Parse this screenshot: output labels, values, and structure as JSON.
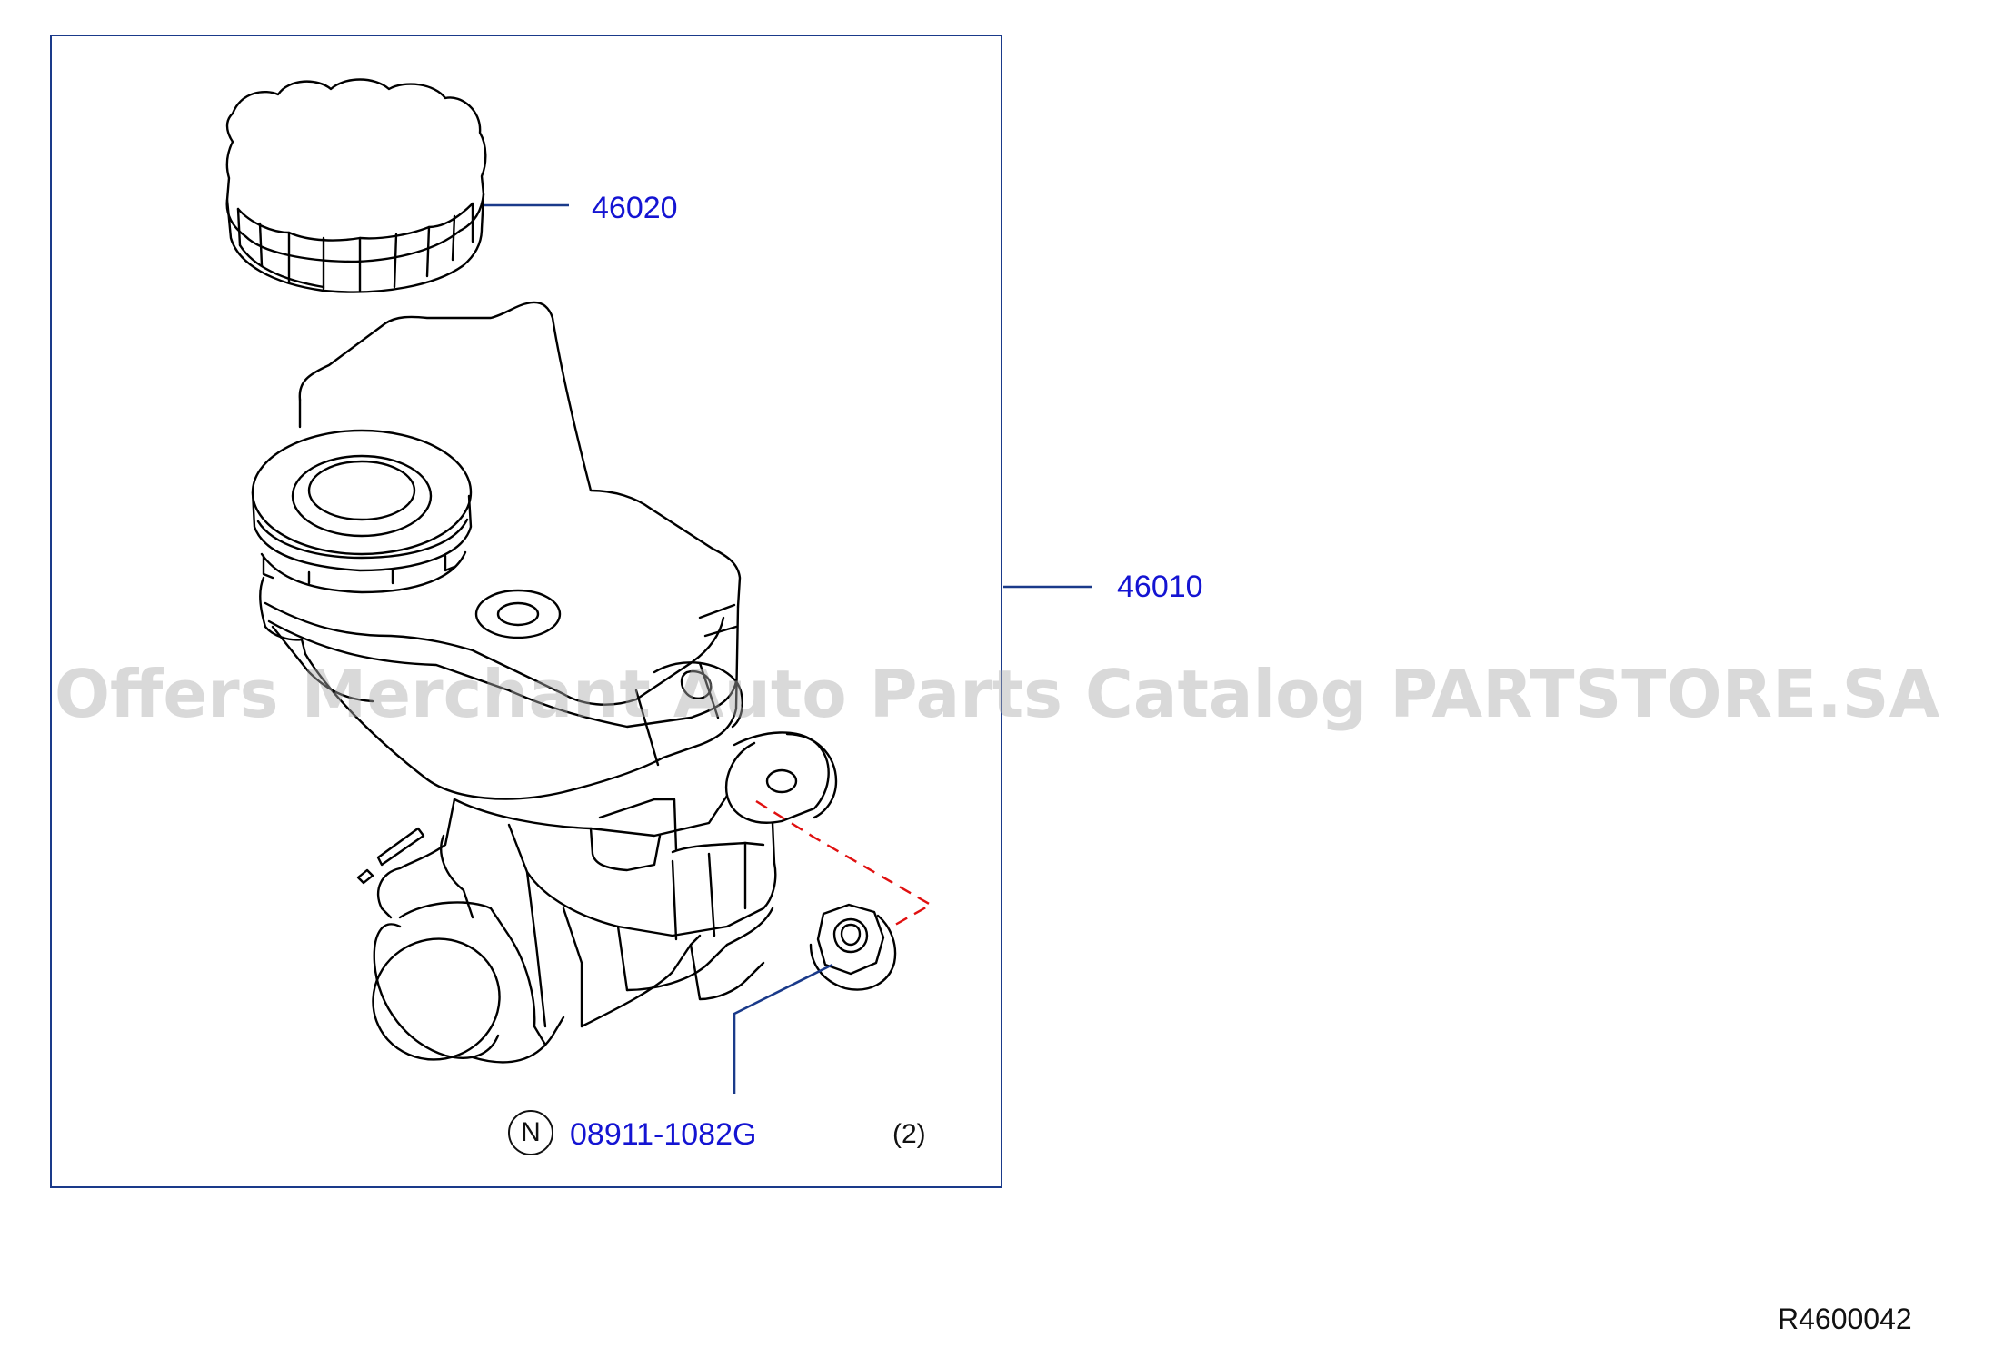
{
  "parts": {
    "cap": {
      "number": "46020"
    },
    "master_cylinder": {
      "number": "46010"
    },
    "nut": {
      "number": "08911-1082G",
      "marker": "N",
      "quantity": "(2)"
    }
  },
  "watermark": "Offers Merchant Auto Parts Catalog PARTSTORE.SA",
  "drawing_ref": "R4600042",
  "colors": {
    "frame": "#1a3a8a",
    "label": "#1414d2",
    "leader": "#1a3a8a",
    "dash": "#e01010",
    "line": "#000000"
  }
}
